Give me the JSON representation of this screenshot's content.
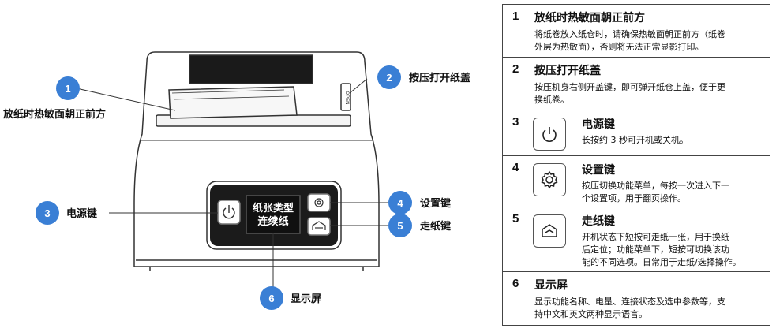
{
  "diagram": {
    "lcd_line1": "纸张类型",
    "lcd_line2": "连续纸",
    "callouts": [
      {
        "num": "1",
        "label": "放纸时热敏面朝正前方"
      },
      {
        "num": "2",
        "label": "按压打开纸盖"
      },
      {
        "num": "3",
        "label": "电源键"
      },
      {
        "num": "4",
        "label": "设置键"
      },
      {
        "num": "5",
        "label": "走纸键"
      },
      {
        "num": "6",
        "label": "显示屏"
      }
    ],
    "side_button_text": "OPEN",
    "badge_color": "#3a7fd5"
  },
  "legend": [
    {
      "num": "1",
      "title": "放纸时热敏面朝正前方",
      "desc": [
        "将纸卷放入纸仓时，请确保热敏面朝正前方（纸卷",
        "外层为热敏面），否则将无法正常显影打印。"
      ]
    },
    {
      "num": "2",
      "title": "按压打开纸盖",
      "desc": [
        "按压机身右侧开盖键，即可弹开纸仓上盖，便于更",
        "换纸卷。"
      ]
    },
    {
      "num": "3",
      "title": "电源键",
      "icon": "power-icon",
      "desc": [
        "长按约 3 秒可开机或关机。"
      ]
    },
    {
      "num": "4",
      "title": "设置键",
      "icon": "gear-icon",
      "desc": [
        "按压切换功能菜单，每按一次进入下一",
        "个设置项，用于翻页操作。"
      ]
    },
    {
      "num": "5",
      "title": "走纸键",
      "icon": "paper-feed-icon",
      "desc": [
        "开机状态下短按可走纸一张，用于换纸",
        "后定位；功能菜单下，短按可切换该功",
        "能的不同选项。日常用于走纸/选择操作。"
      ]
    },
    {
      "num": "6",
      "title": "显示屏",
      "desc": [
        "显示功能名称、电量、连接状态及选中参数等，支",
        "持中文和英文两种显示语言。"
      ]
    }
  ]
}
